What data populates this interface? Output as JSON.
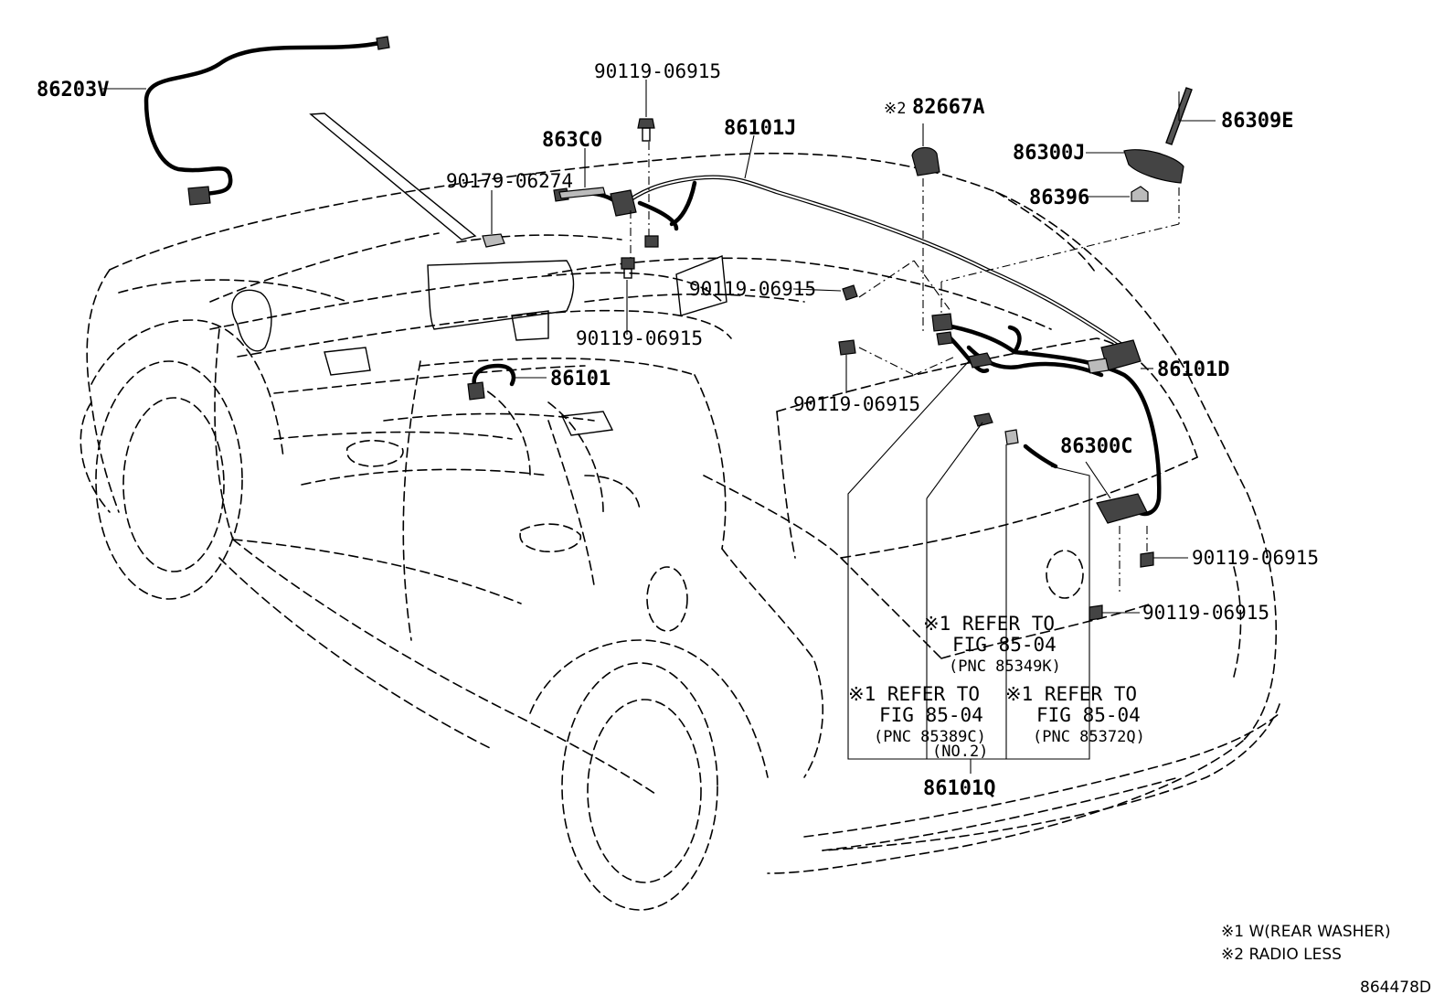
{
  "parts": {
    "p86203V": "86203V",
    "p90119_top": "90119-06915",
    "p863C0": "863C0",
    "p86101J": "86101J",
    "p90179": "90179-06274",
    "p82667A_mark": "※2",
    "p82667A": "82667A",
    "p86309E": "86309E",
    "p86300J": "86300J",
    "p86396": "86396",
    "p90119_mid": "90119-06915",
    "p90119_dash": "90119-06915",
    "p86101": "86101",
    "p90119_low": "90119-06915",
    "p86101D": "86101D",
    "p86300C": "86300C",
    "p90119_r1": "90119-06915",
    "p90119_r2": "90119-06915",
    "p86101Q": "86101Q"
  },
  "refs": {
    "ref1": {
      "line1": "※1 REFER TO",
      "line2": "FIG 85-04",
      "line3": "(PNC 85349K)"
    },
    "ref2": {
      "line1": "※1 REFER TO",
      "line2": "FIG 85-04",
      "line3": "(PNC 85389C)",
      "line4": "(NO.2)"
    },
    "ref3": {
      "line1": "※1 REFER TO",
      "line2": "FIG 85-04",
      "line3": "(PNC 85372Q)"
    }
  },
  "notes": {
    "note1": "※1 W(REAR WASHER)",
    "note2": "※2 RADIO LESS"
  },
  "figure_id": "864478D"
}
